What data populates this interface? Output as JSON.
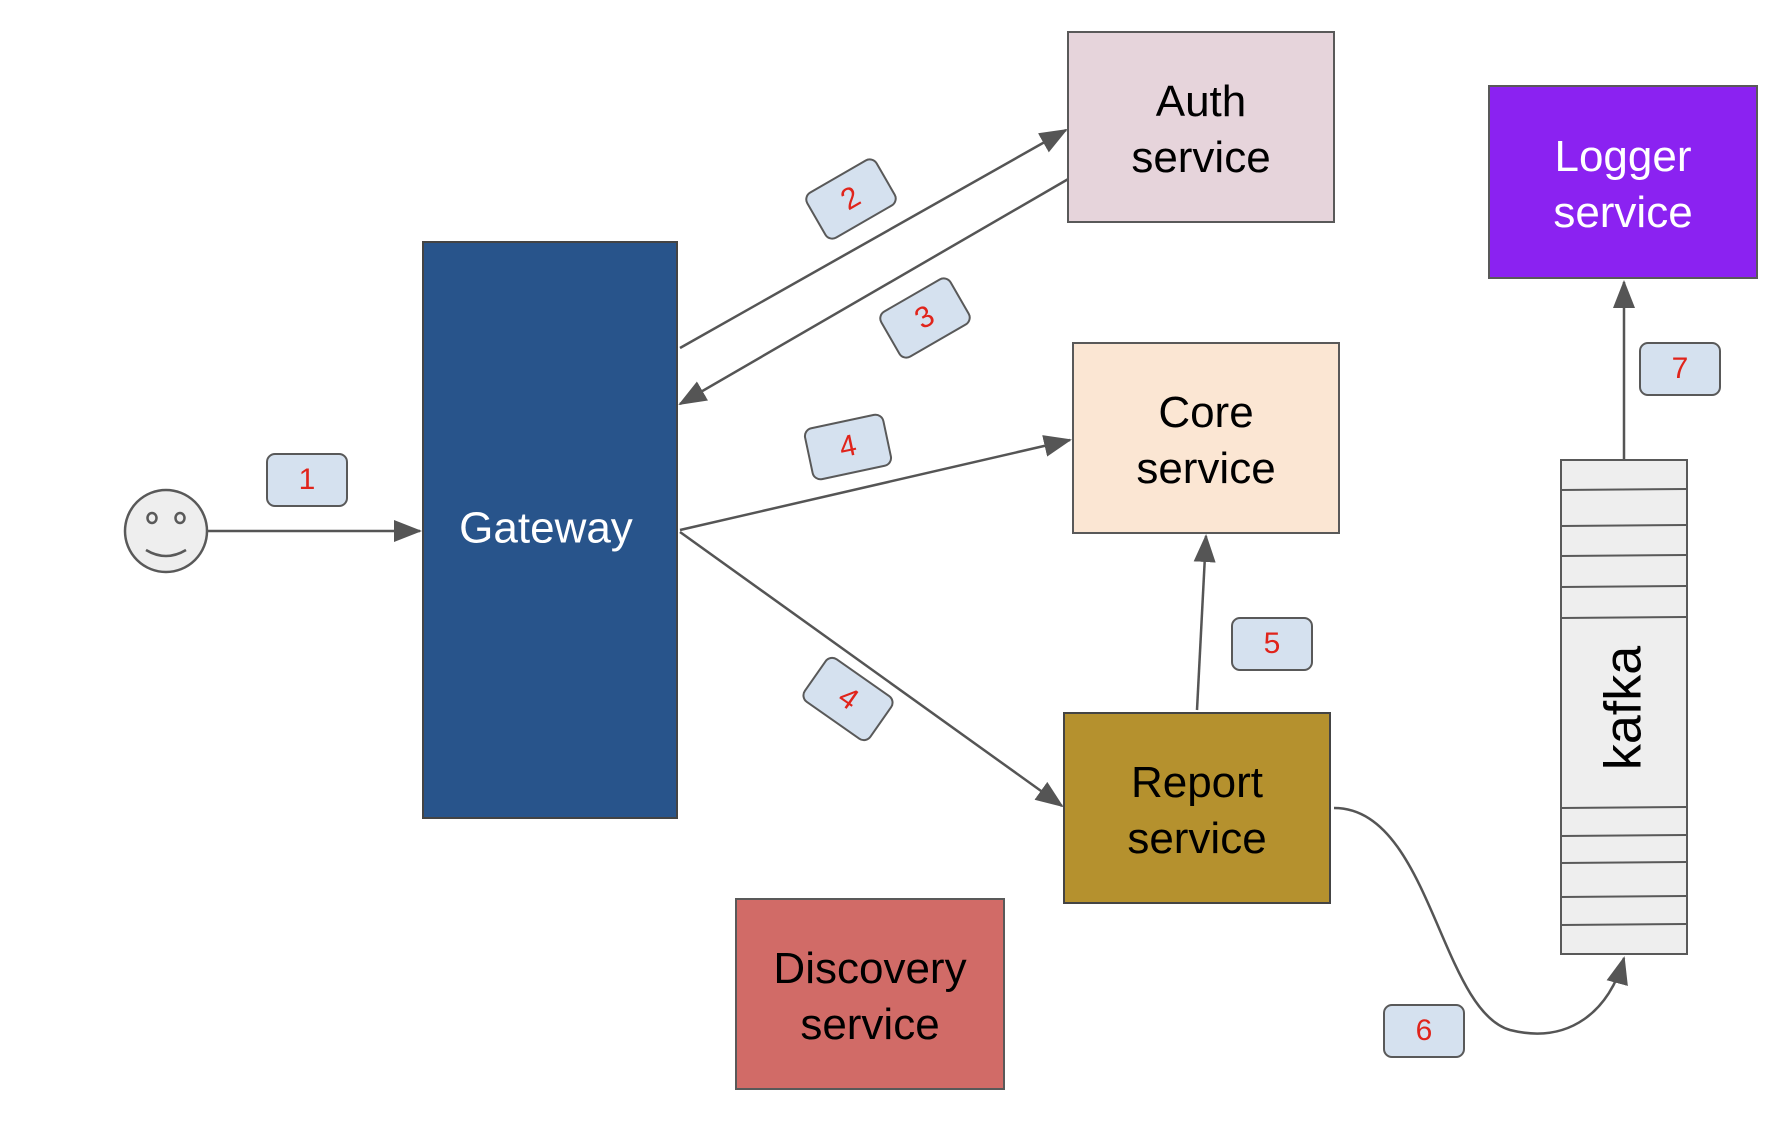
{
  "nodes": {
    "gateway": {
      "label": "Gateway",
      "fill": "#28548b",
      "text_color": "#ffffff"
    },
    "auth": {
      "line1": "Auth",
      "line2": "service",
      "fill": "#e6d4db",
      "text_color": "#000000"
    },
    "core": {
      "line1": "Core",
      "line2": "service",
      "fill": "#fbe6d3",
      "text_color": "#000000"
    },
    "report": {
      "line1": "Report",
      "line2": "service",
      "fill": "#b5912e",
      "text_color": "#000000"
    },
    "discovery": {
      "line1": "Discovery",
      "line2": "service",
      "fill": "#d16b67",
      "text_color": "#000000"
    },
    "logger": {
      "line1": "Logger",
      "line2": "service",
      "fill": "#8b22f1",
      "text_color": "#ffffff"
    },
    "kafka": {
      "label": "kafka",
      "fill": "#eeeeee"
    }
  },
  "user": {
    "icon": "smiley-face-icon",
    "fill": "#eeeeee"
  },
  "badges": {
    "step1": "1",
    "step2": "2",
    "step3": "3",
    "step4_core": "4",
    "step4_report": "4",
    "step5": "5",
    "step6": "6",
    "step7": "7"
  },
  "colors": {
    "badge_fill": "#d5e1ef",
    "badge_text": "#e0241b",
    "arrow": "#555555",
    "border": "#595959"
  }
}
